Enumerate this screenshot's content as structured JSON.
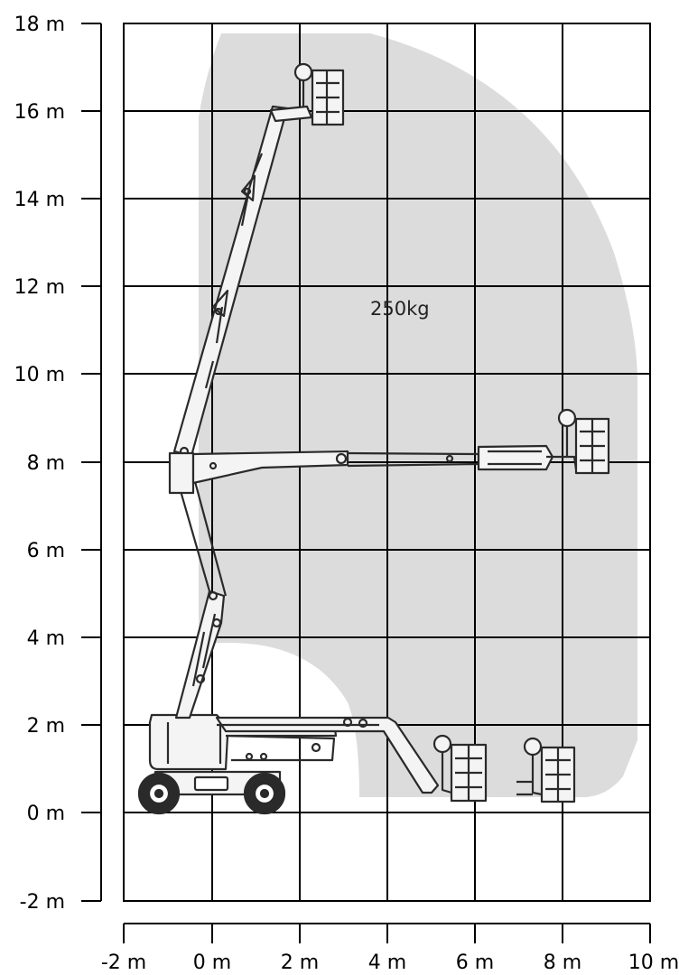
{
  "diagram": {
    "load_label": "250kg",
    "y_ticks": [
      {
        "value": 18,
        "label": "18 m"
      },
      {
        "value": 16,
        "label": "16 m"
      },
      {
        "value": 14,
        "label": "14 m"
      },
      {
        "value": 12,
        "label": "12 m"
      },
      {
        "value": 10,
        "label": "10 m"
      },
      {
        "value": 8,
        "label": "8 m"
      },
      {
        "value": 6,
        "label": "6 m"
      },
      {
        "value": 4,
        "label": "4 m"
      },
      {
        "value": 2,
        "label": "2 m"
      },
      {
        "value": 0,
        "label": "0 m"
      },
      {
        "value": -2,
        "label": "-2 m"
      }
    ],
    "x_ticks": [
      {
        "value": -2,
        "label": "-2 m"
      },
      {
        "value": 0,
        "label": "0 m"
      },
      {
        "value": 2,
        "label": "2 m"
      },
      {
        "value": 4,
        "label": "4 m"
      },
      {
        "value": 6,
        "label": "6 m"
      },
      {
        "value": 8,
        "label": "8 m"
      },
      {
        "value": 10,
        "label": "10 m"
      }
    ],
    "colors": {
      "envelope": "#dcdcdc",
      "grid": "#000000",
      "machine": "#2a2a2a"
    }
  }
}
